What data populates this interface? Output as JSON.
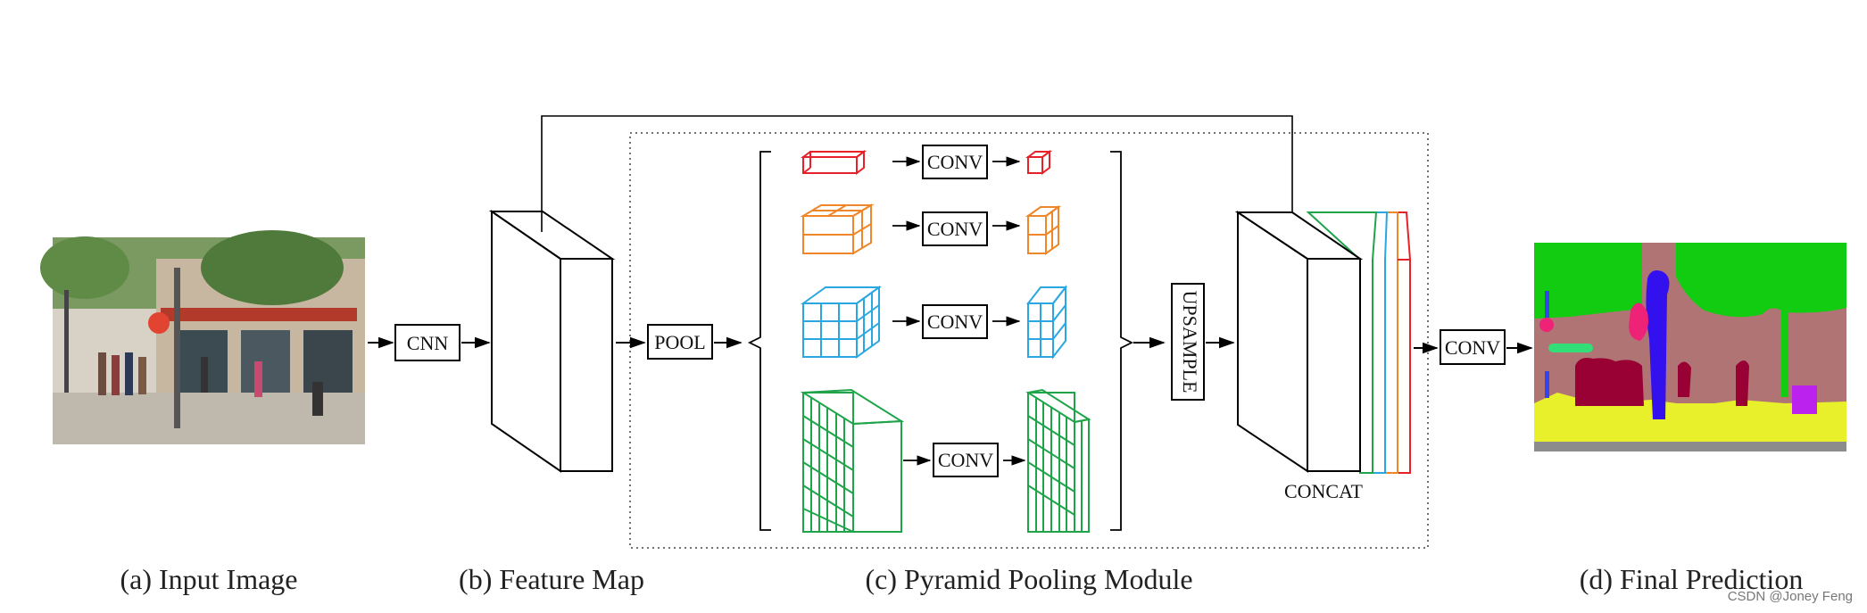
{
  "captions": {
    "input": "(a) Input Image",
    "feature": "(b) Feature Map",
    "ppm": "(c) Pyramid Pooling Module",
    "final": "(d) Final Prediction"
  },
  "labels": {
    "cnn": "CNN",
    "pool": "POOL",
    "conv": "CONV",
    "upsample": "UPSAMPLE",
    "concat": "CONCAT"
  },
  "watermark": "CSDN @Joney Feng",
  "colors": {
    "pyramid_levels": [
      "#e8202a",
      "#f0862a",
      "#2aa7e0",
      "#1fa44a"
    ],
    "seg_green": "#11cc11",
    "seg_mauve": "#b07474",
    "seg_yellow": "#e8f02c",
    "seg_crimson": "#990033",
    "seg_blue": "#3311ee",
    "seg_pink": "#ee2277",
    "seg_magenta": "#bb22ee",
    "seg_gray": "#8c8c8c"
  }
}
